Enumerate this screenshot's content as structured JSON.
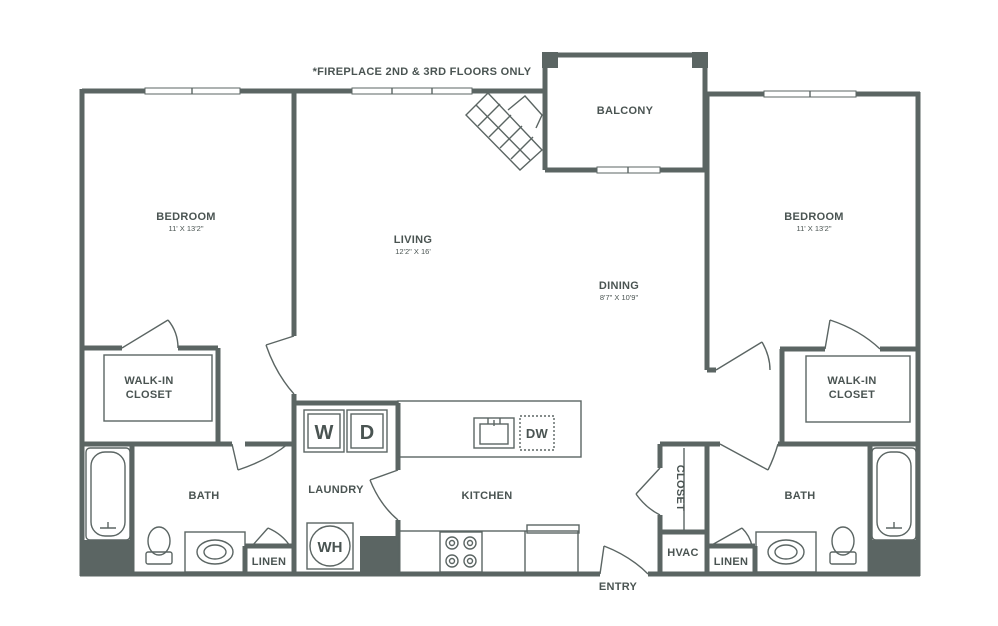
{
  "note": "*FIREPLACE 2ND & 3RD FLOORS ONLY",
  "rooms": {
    "bedroom_left": {
      "label": "BEDROOM",
      "dims": "11' X 13'2\""
    },
    "bedroom_right": {
      "label": "BEDROOM",
      "dims": "11' X 13'2\""
    },
    "living": {
      "label": "LIVING",
      "dims": "12'2\" X 16'"
    },
    "dining": {
      "label": "DINING",
      "dims": "8'7\" X 10'9\""
    },
    "balcony": {
      "label": "BALCONY"
    },
    "walkin_left": {
      "line1": "WALK-IN",
      "line2": "CLOSET"
    },
    "walkin_right": {
      "line1": "WALK-IN",
      "line2": "CLOSET"
    },
    "bath_left": {
      "label": "BATH"
    },
    "bath_right": {
      "label": "BATH"
    },
    "linen_left": {
      "label": "LINEN"
    },
    "linen_right": {
      "label": "LINEN"
    },
    "laundry": {
      "label": "LAUNDRY"
    },
    "kitchen": {
      "label": "KITCHEN"
    },
    "closet": {
      "label": "CLOSET"
    },
    "hvac": {
      "label": "HVAC"
    },
    "entry": {
      "label": "ENTRY"
    }
  },
  "appliances": {
    "washer": "W",
    "dryer": "D",
    "water_heater": "WH",
    "dishwasher": "DW"
  },
  "colors": {
    "wall": "#5b6563",
    "text": "#4a5452",
    "background": "#ffffff"
  }
}
